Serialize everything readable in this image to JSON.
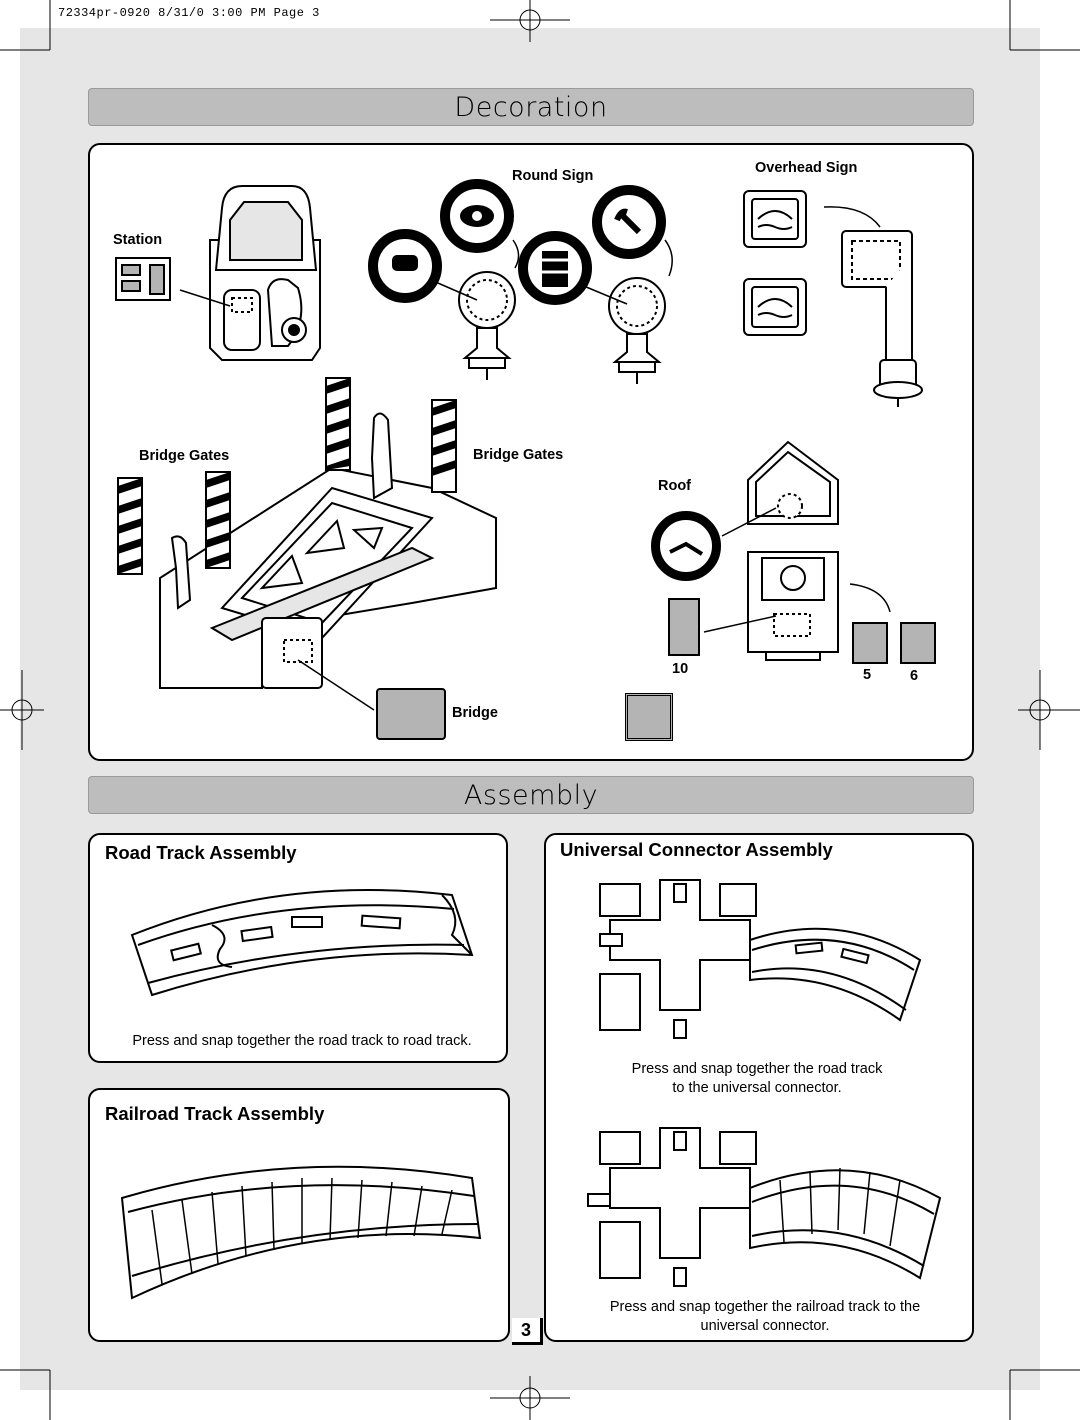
{
  "header": {
    "slug": "72334pr-0920  8/31/0 3:00 PM  Page 3"
  },
  "sections": {
    "decoration": "Decoration",
    "assembly": "Assembly"
  },
  "decoration_labels": {
    "station": "Station",
    "round_sign": "Round Sign",
    "overhead_sign": "Overhead Sign",
    "bridge_gates_left": "Bridge Gates",
    "bridge_gates_right": "Bridge Gates",
    "roof": "Roof",
    "bridge": "Bridge",
    "num_10": "10",
    "num_5": "5",
    "num_6": "6"
  },
  "road_track": {
    "title": "Road Track Assembly",
    "caption": "Press and snap together the road track to road track."
  },
  "railroad_track": {
    "title": "Railroad Track Assembly"
  },
  "universal": {
    "title": "Universal Connector Assembly",
    "caption_road": "Press and snap together the road track\nto the universal connector.",
    "caption_rail": "Press and snap together the railroad track to the\nuniversal connector."
  },
  "page_number": "3",
  "colors": {
    "banner": "#bdbdbd",
    "background": "#e6e6e6",
    "sticker_gray": "#b4b4b4"
  }
}
